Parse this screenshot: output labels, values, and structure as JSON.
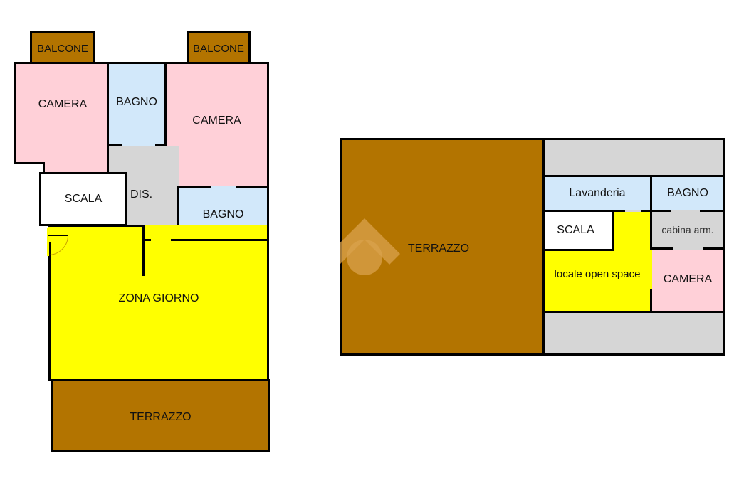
{
  "colors": {
    "terrace": "#b37400",
    "bedroom": "#ffd0d8",
    "bathroom": "#d2e8fa",
    "living": "#ffff00",
    "corridor": "#d6d6d6",
    "stairs": "#ffffff",
    "wall": "#000000"
  },
  "plan_left": {
    "balcone_left": "BALCONE",
    "balcone_right": "BALCONE",
    "camera_left": "CAMERA",
    "bagno_top": "BAGNO",
    "camera_right": "CAMERA",
    "scala": "SCALA",
    "dis": "DIS.",
    "bagno_bottom": "BAGNO",
    "zona_giorno": "ZONA GIORNO",
    "terrazzo": "TERRAZZO"
  },
  "plan_right": {
    "terrazzo": "TERRAZZO",
    "lavanderia": "Lavanderia",
    "bagno": "BAGNO",
    "scala": "SCALA",
    "cabina": "cabina arm.",
    "open_space": "locale open space",
    "camera": "CAMERA"
  }
}
